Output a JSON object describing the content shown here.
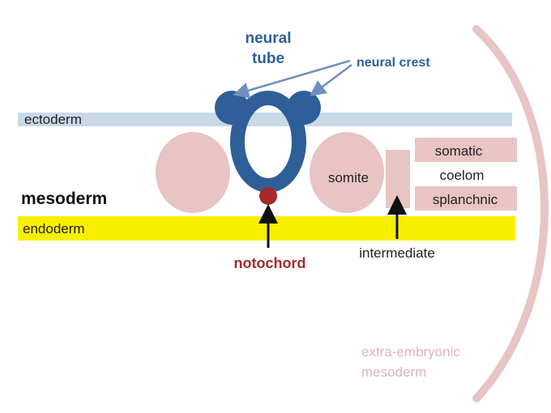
{
  "labels": {
    "neural_tube_line1": "neural",
    "neural_tube_line2": "tube",
    "neural_crest": "neural crest",
    "ectoderm": "ectoderm",
    "mesoderm": "mesoderm",
    "endoderm": "endoderm",
    "somite": "somite",
    "somatic": "somatic",
    "coelom": "coelom",
    "splanchnic": "splanchnic",
    "notochord": "notochord",
    "intermediate": "intermediate",
    "extra_embryonic_line1": "extra-embryonic",
    "extra_embryonic_line2": "mesoderm"
  },
  "colors": {
    "ectoderm": "#c9d9e8",
    "mesoderm_tissue": "#e8c4c4",
    "endoderm": "#f7ef00",
    "neural": "#2f5f98",
    "notochord": "#a52a2a",
    "arrow": "#111111",
    "neural_crest_arrow": "#6f8fbf",
    "extra_embryonic": "#e8c4c4",
    "text": "#222222"
  }
}
